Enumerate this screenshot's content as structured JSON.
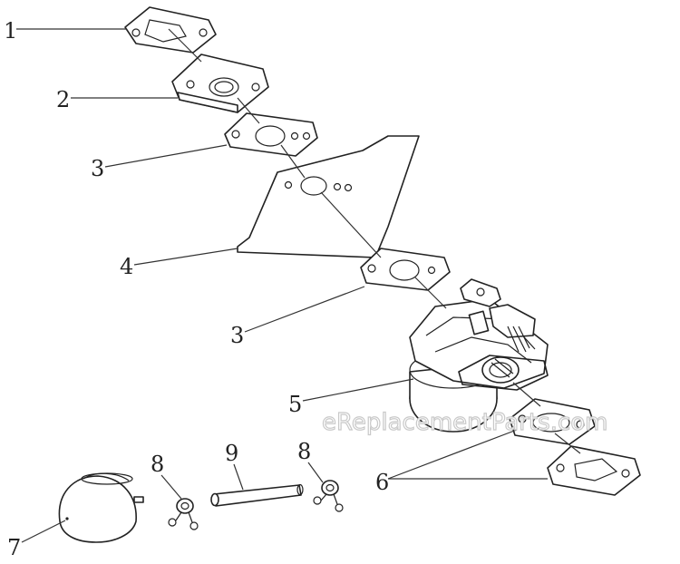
{
  "watermark": "eReplacementParts.com",
  "callouts": {
    "c1": "1",
    "c2": "2",
    "c3a": "3",
    "c4": "4",
    "c3b": "3",
    "c5": "5",
    "c6": "6",
    "c7": "7",
    "c8a": "8",
    "c9": "9",
    "c8b": "8"
  }
}
